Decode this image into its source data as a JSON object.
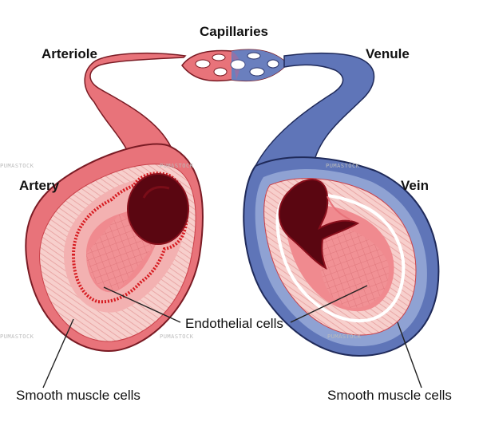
{
  "labels": {
    "capillaries": "Capillaries",
    "arteriole": "Arteriole",
    "venule": "Venule",
    "artery": "Artery",
    "vein": "Vein",
    "endothelial": "Endothelial cells",
    "smooth_left": "Smooth muscle cells",
    "smooth_right": "Smooth muscle cells"
  },
  "watermark": "PUMASTOCK",
  "colors": {
    "artery_red": "#e8737a",
    "artery_dark": "#c9414a",
    "vein_blue": "#6177b8",
    "vein_light": "#8fa2d3",
    "lumen": "#5a0611",
    "tissue_pink": "#f6c2c0",
    "inner_wall": "#f08a8f",
    "elastic_red": "#d61a1f"
  }
}
